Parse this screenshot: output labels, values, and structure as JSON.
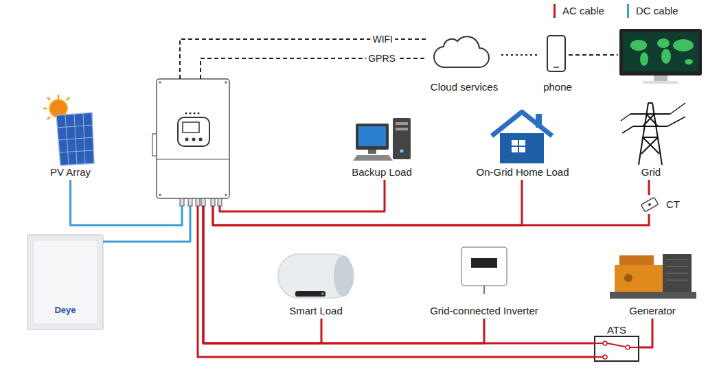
{
  "diagram": {
    "nodes": [
      {
        "text": []
      },
      {
        "text": [
          "PV Array"
        ]
      },
      {
        "text": [
          "Deye"
        ]
      },
      {
        "text": [
          "Cloud services"
        ]
      },
      {
        "text": [
          "phone"
        ]
      },
      {
        "text": [
          "Backup Load"
        ]
      },
      {
        "text": [
          "On-Grid Home Load"
        ]
      },
      {
        "text": [
          "Grid"
        ]
      },
      {
        "text": [
          "CT"
        ]
      },
      {
        "text": [
          "Smart Load"
        ]
      },
      {
        "text": [
          "Grid-connected Inverter"
        ]
      },
      {
        "text": [
          "Generator"
        ]
      },
      {
        "text": [
          "ATS"
        ]
      }
    ],
    "edges": [
      {
        "from": 0,
        "to": 3,
        "label": "WIFI",
        "arrow": "none"
      },
      {
        "from": 0,
        "to": 3,
        "label": "GPRS",
        "arrow": "none"
      },
      {
        "from": 3,
        "to": 4,
        "arrow": "none"
      },
      {
        "from": 1,
        "to": 0,
        "arrow": "none"
      },
      {
        "from": 2,
        "to": 0,
        "arrow": "none"
      },
      {
        "from": 0,
        "to": 5,
        "arrow": "none"
      },
      {
        "from": 0,
        "to": 6,
        "arrow": "none"
      },
      {
        "from": 0,
        "to": 8,
        "arrow": "none"
      },
      {
        "from": 8,
        "to": 7,
        "arrow": "none"
      },
      {
        "from": 0,
        "to": 9,
        "arrow": "none"
      },
      {
        "from": 0,
        "to": 10,
        "arrow": "none"
      },
      {
        "from": 0,
        "to": 12,
        "arrow": "none"
      },
      {
        "from": 0,
        "to": 12,
        "arrow": "none"
      },
      {
        "from": 12,
        "to": 11,
        "arrow": "none"
      }
    ],
    "legend": [
      {
        "text": "AC cable",
        "color": "#c8161d"
      },
      {
        "text": "DC cable",
        "color": "#3d9bd6"
      }
    ]
  }
}
